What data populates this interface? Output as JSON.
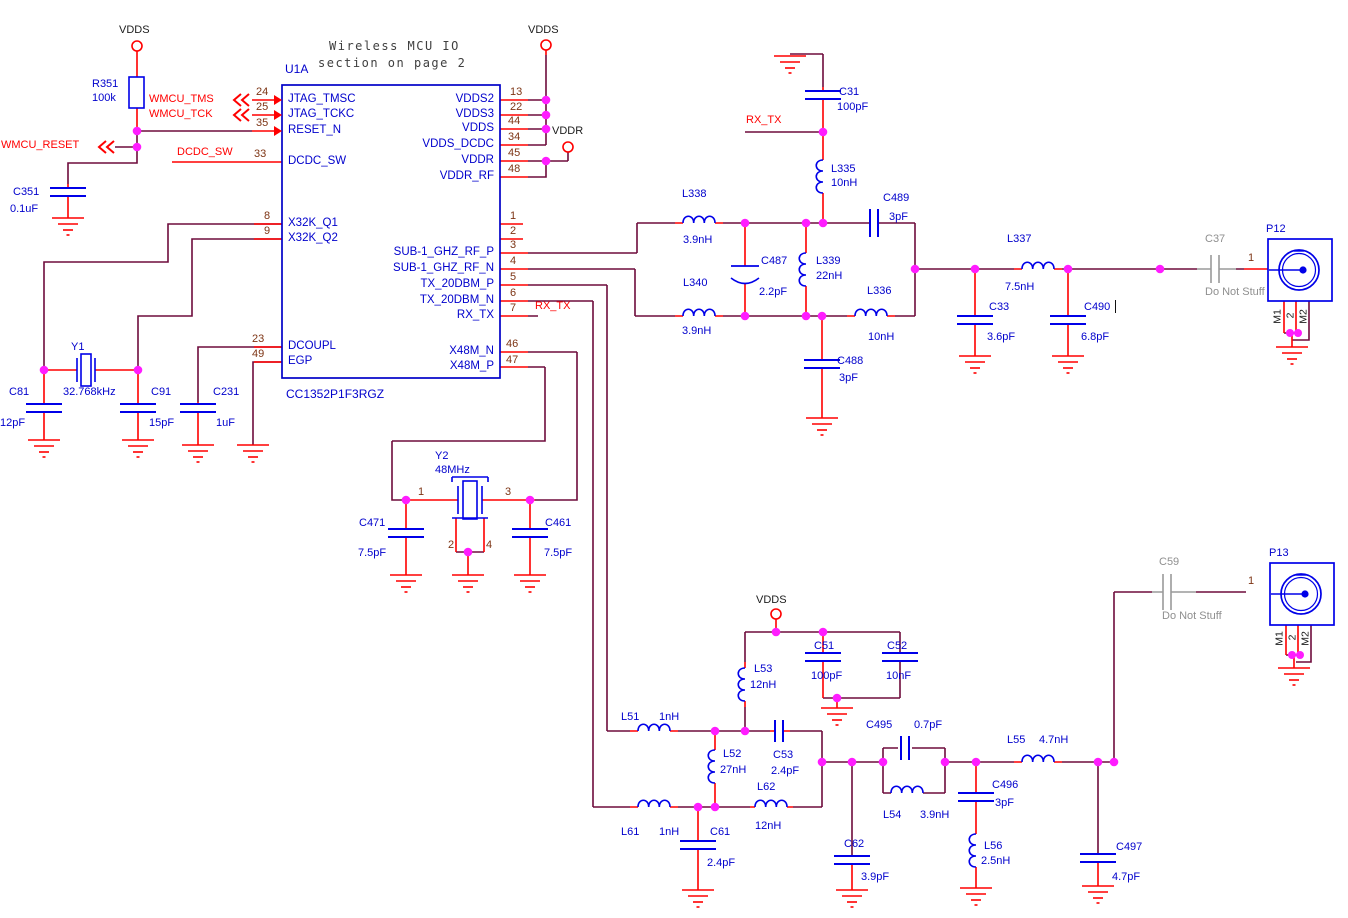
{
  "note": {
    "line1": "Wireless MCU IO",
    "line2": "section on page 2"
  },
  "power": {
    "vdds": "VDDS",
    "vddr": "VDDR"
  },
  "nets": {
    "wmcu_tms": "WMCU_TMS",
    "wmcu_tck": "WMCU_TCK",
    "wmcu_reset": "WMCU_RESET",
    "dcdc_sw": "DCDC_SW",
    "rx_tx": "RX_TX"
  },
  "mcu": {
    "ref": "U1A",
    "part": "CC1352P1F3RGZ",
    "left_pins": [
      {
        "num": "24",
        "name": "JTAG_TMSC"
      },
      {
        "num": "25",
        "name": "JTAG_TCKC"
      },
      {
        "num": "35",
        "name": "RESET_N"
      },
      {
        "num": "33",
        "name": "DCDC_SW"
      },
      {
        "num": "8",
        "name": "X32K_Q1"
      },
      {
        "num": "9",
        "name": "X32K_Q2"
      },
      {
        "num": "23",
        "name": "DCOUPL"
      },
      {
        "num": "49",
        "name": "EGP"
      }
    ],
    "right_pins": [
      {
        "num": "13",
        "name": "VDDS2"
      },
      {
        "num": "22",
        "name": "VDDS3"
      },
      {
        "num": "44",
        "name": "VDDS"
      },
      {
        "num": "34",
        "name": "VDDS_DCDC"
      },
      {
        "num": "45",
        "name": "VDDR"
      },
      {
        "num": "48",
        "name": "VDDR_RF"
      },
      {
        "num": "1",
        "name": ""
      },
      {
        "num": "2",
        "name": ""
      },
      {
        "num": "3",
        "name": "SUB-1_GHZ_RF_P"
      },
      {
        "num": "4",
        "name": "SUB-1_GHZ_RF_N"
      },
      {
        "num": "5",
        "name": "TX_20DBM_P"
      },
      {
        "num": "6",
        "name": "TX_20DBM_N"
      },
      {
        "num": "7",
        "name": "RX_TX"
      },
      {
        "num": "46",
        "name": "X48M_N"
      },
      {
        "num": "47",
        "name": "X48M_P"
      }
    ]
  },
  "comp": {
    "r351": {
      "ref": "R351",
      "value": "100k"
    },
    "c351": {
      "ref": "C351",
      "value": "0.1uF"
    },
    "y1": {
      "ref": "Y1",
      "value": "32.768kHz"
    },
    "c81": {
      "ref": "C81",
      "value": "12pF"
    },
    "c91": {
      "ref": "C91",
      "value": "15pF"
    },
    "c231": {
      "ref": "C231",
      "value": "1uF"
    },
    "c471": {
      "ref": "C471",
      "value": "7.5pF"
    },
    "y2": {
      "ref": "Y2",
      "value": "48MHz",
      "pins": {
        "p1": "1",
        "p2": "2",
        "p3": "3",
        "p4": "4"
      }
    },
    "c461": {
      "ref": "C461",
      "value": "7.5pF"
    },
    "c31": {
      "ref": "C31",
      "value": "100pF"
    },
    "l335": {
      "ref": "L335",
      "value": "10nH"
    },
    "l338": {
      "ref": "L338",
      "value": "3.9nH"
    },
    "c489": {
      "ref": "C489",
      "value": "3pF"
    },
    "c487": {
      "ref": "C487",
      "value": "2.2pF"
    },
    "l339": {
      "ref": "L339",
      "value": "22nH"
    },
    "l340": {
      "ref": "L340",
      "value": "3.9nH"
    },
    "l336": {
      "ref": "L336",
      "value": "10nH"
    },
    "c488": {
      "ref": "C488",
      "value": "3pF"
    },
    "l337": {
      "ref": "L337",
      "value": "7.5nH"
    },
    "c33": {
      "ref": "C33",
      "value": "3.6pF"
    },
    "c490": {
      "ref": "C490",
      "value": "6.8pF"
    },
    "c37": {
      "ref": "C37",
      "value": "Do Not Stuff"
    },
    "c51": {
      "ref": "C51",
      "value": "100pF"
    },
    "c52": {
      "ref": "C52",
      "value": "10nF"
    },
    "l53": {
      "ref": "L53",
      "value": "12nH"
    },
    "l51": {
      "ref": "L51",
      "value": "1nH"
    },
    "l52": {
      "ref": "L52",
      "value": "27nH"
    },
    "c53": {
      "ref": "C53",
      "value": "2.4pF"
    },
    "l62": {
      "ref": "L62",
      "value": "12nH"
    },
    "l61": {
      "ref": "L61",
      "value": "1nH"
    },
    "c61": {
      "ref": "C61",
      "value": "2.4pF"
    },
    "c62": {
      "ref": "C62",
      "value": "3.9pF"
    },
    "c495": {
      "ref": "C495",
      "value": "0.7pF"
    },
    "l54": {
      "ref": "L54",
      "value": "3.9nH"
    },
    "c496": {
      "ref": "C496",
      "value": "3pF"
    },
    "l56": {
      "ref": "L56",
      "value": "2.5nH"
    },
    "l55": {
      "ref": "L55",
      "value": "4.7nH"
    },
    "c497": {
      "ref": "C497",
      "value": "4.7pF"
    },
    "c59": {
      "ref": "C59",
      "value": "Do Not Stuff"
    }
  },
  "conn": {
    "p12": {
      "ref": "P12",
      "pin1": "1",
      "pads": [
        "M1",
        "2",
        "M2"
      ]
    },
    "p13": {
      "ref": "P13",
      "pin1": "1",
      "pads": [
        "M1",
        "2",
        "M2"
      ]
    }
  }
}
